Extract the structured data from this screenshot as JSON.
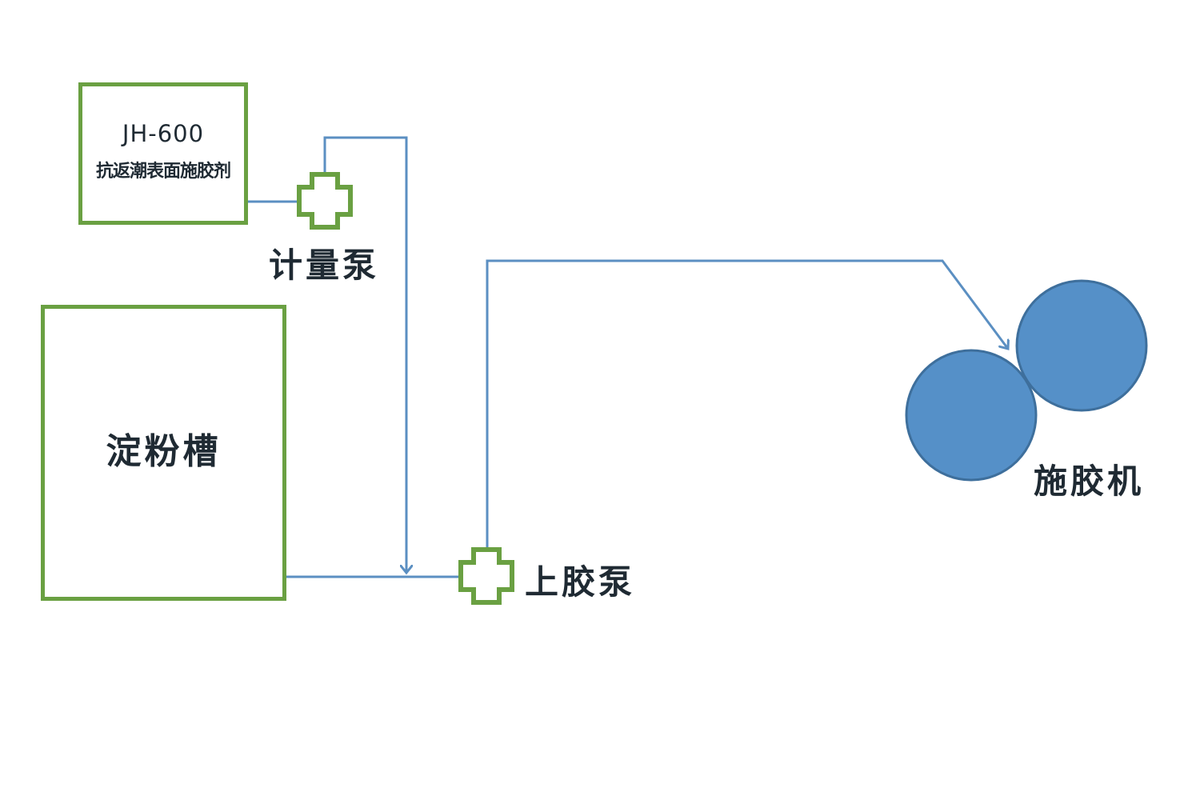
{
  "colors": {
    "box_border": "#6aa042",
    "pipe": "#5b8fc2",
    "roller_fill": "#5590c8",
    "roller_stroke": "#3e6f9c",
    "text": "#1f2a33"
  },
  "agent_tank": {
    "model": "JH-600",
    "name": "抗返潮表面施胶剂"
  },
  "starch_tank": {
    "label": "淀粉槽"
  },
  "metering_pump": {
    "label": "计量泵",
    "icon": "cross-pump-icon"
  },
  "feed_pump": {
    "label": "上胶泵",
    "icon": "cross-pump-icon"
  },
  "size_press": {
    "label": "施胶机",
    "icon": "roller-pair-icon"
  }
}
